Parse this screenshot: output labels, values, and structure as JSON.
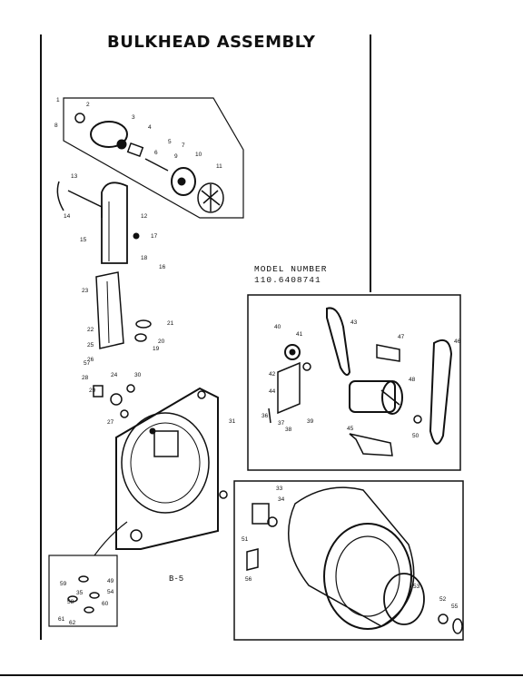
{
  "title": "BULKHEAD ASSEMBLY",
  "model_label": "MODEL NUMBER",
  "model_number": "110.6408741",
  "reference": "B-5",
  "callouts": [
    "1",
    "2",
    "3",
    "4",
    "5",
    "6",
    "7",
    "8",
    "9",
    "10",
    "11",
    "12",
    "13",
    "14",
    "15",
    "16",
    "17",
    "18",
    "19",
    "20",
    "21",
    "22",
    "23",
    "24",
    "25",
    "26",
    "27",
    "28",
    "29",
    "30",
    "31",
    "33",
    "34",
    "35",
    "36",
    "37",
    "38",
    "39",
    "40",
    "41",
    "42",
    "43",
    "44",
    "45",
    "46",
    "47",
    "48",
    "49",
    "50",
    "51",
    "52",
    "53",
    "54",
    "55",
    "56",
    "57",
    "58",
    "59",
    "60",
    "61",
    "62"
  ]
}
